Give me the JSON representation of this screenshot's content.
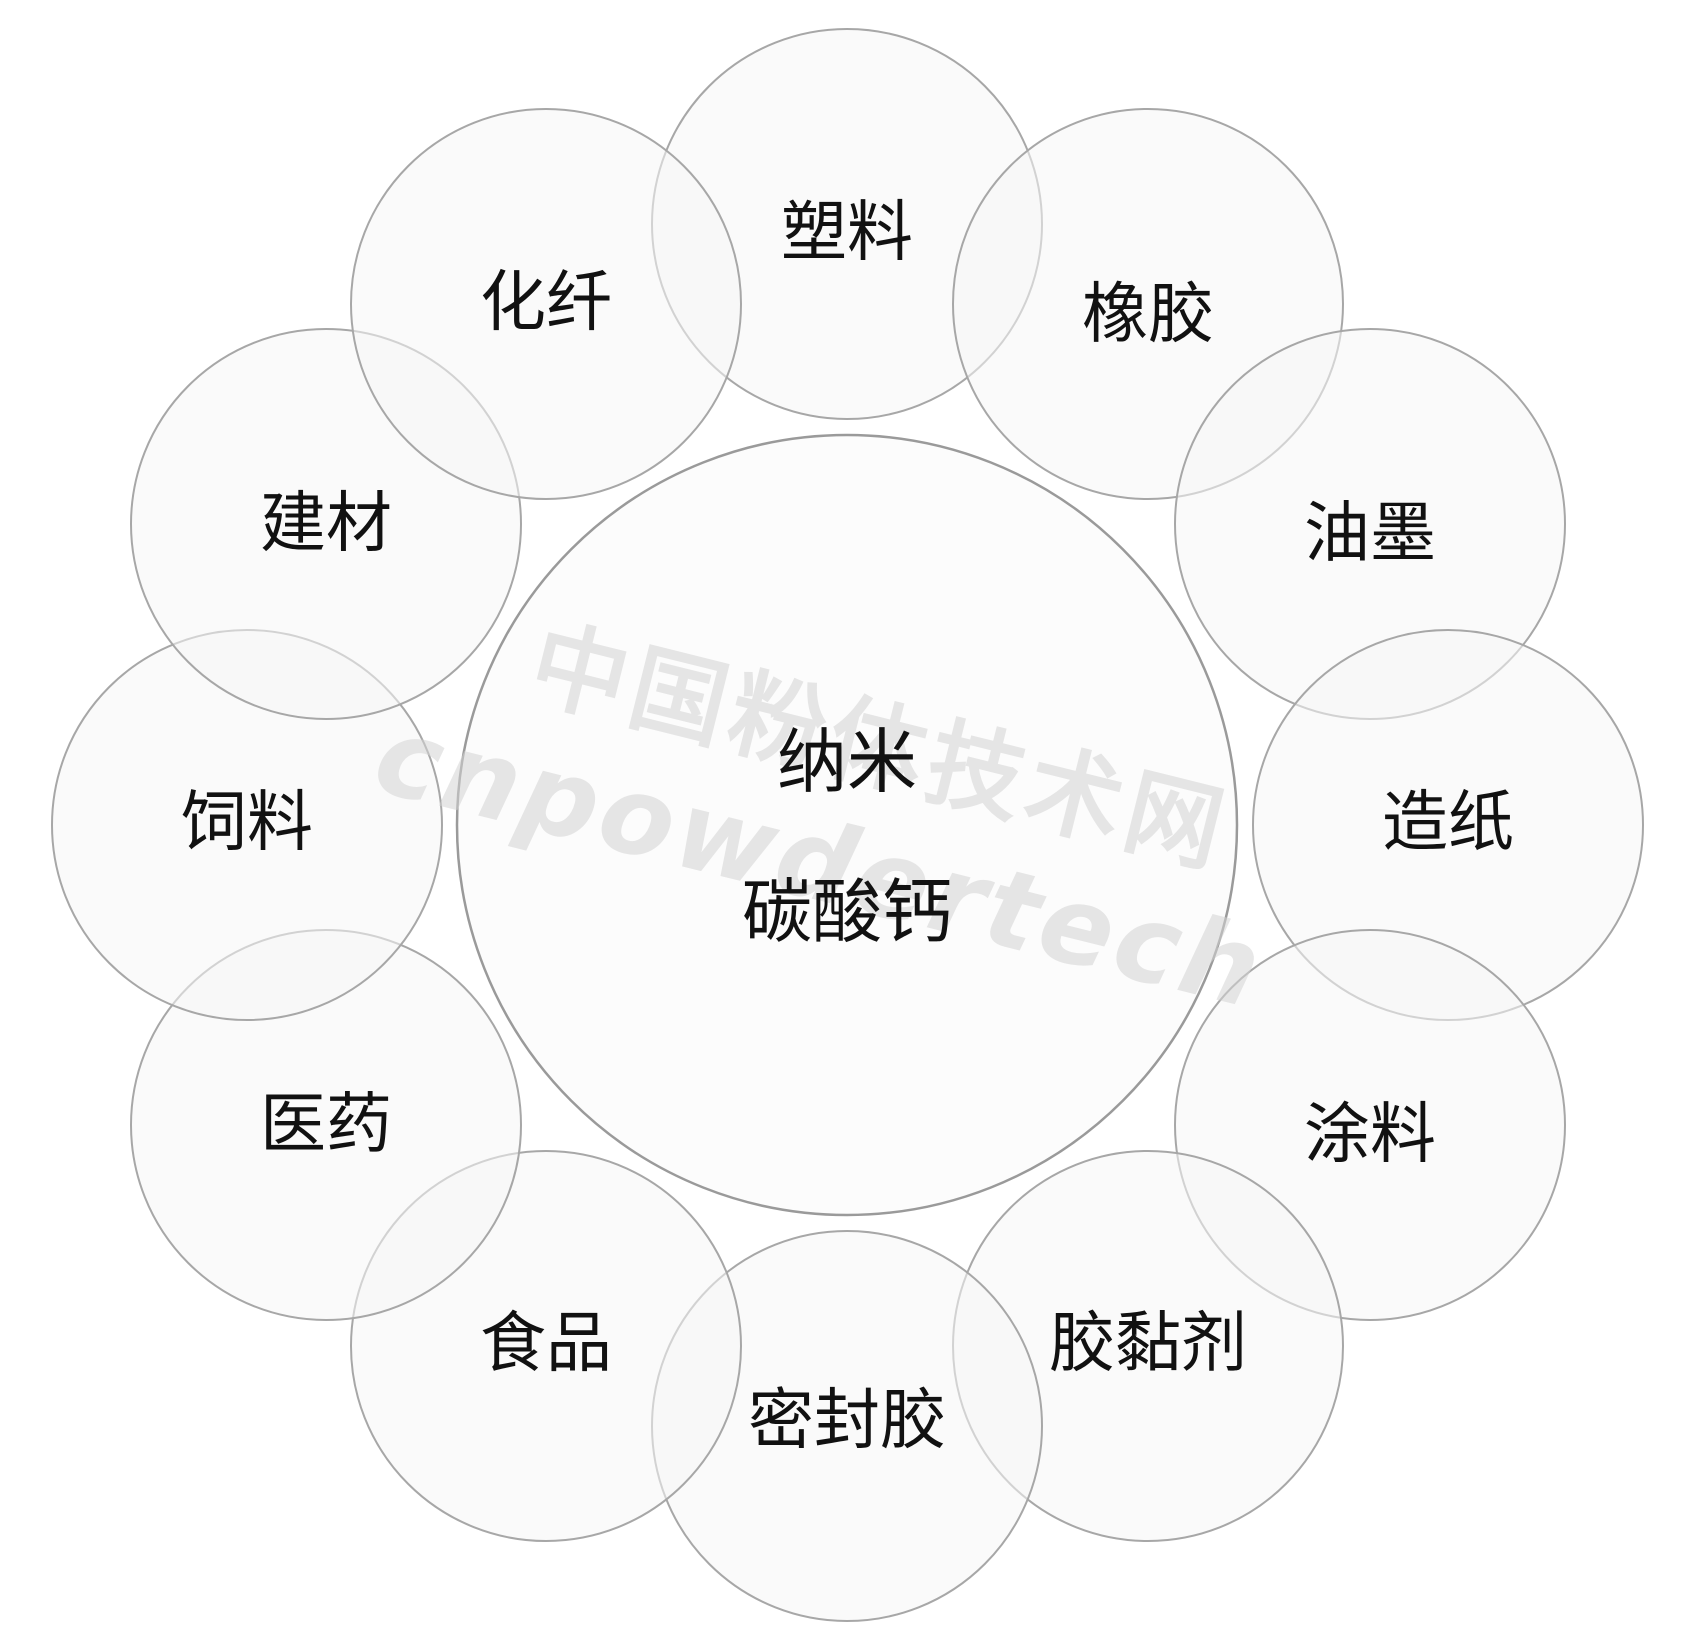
{
  "center": {
    "line1": "纳米",
    "line2": "碳酸钙"
  },
  "applications": [
    "塑料",
    "橡胶",
    "油墨",
    "造纸",
    "涂料",
    "胶黏剂",
    "密封胶",
    "食品",
    "医药",
    "饲料",
    "建材",
    "化纤"
  ],
  "watermark": {
    "line1": "中国粉体技术网",
    "line2": "cnpowdertech"
  },
  "colors": {
    "circle_stroke": "#a7a7a7",
    "text": "#111111",
    "watermark": "#d4d4d4"
  }
}
